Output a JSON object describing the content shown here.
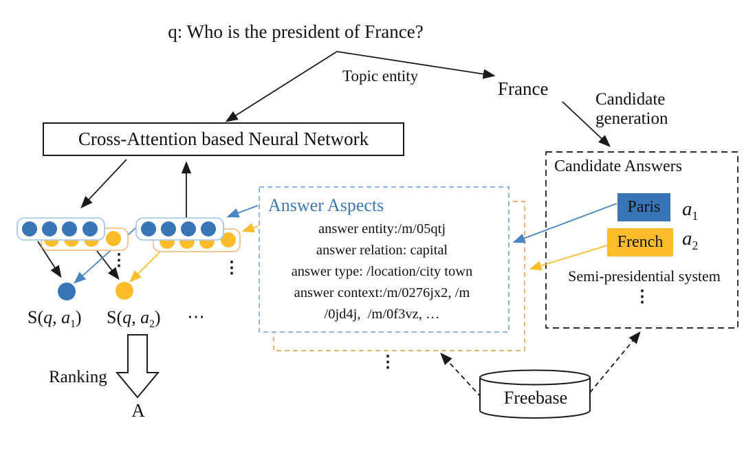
{
  "colors": {
    "black": "#1a1a1a",
    "blue": "#3875b7",
    "yellow": "#fdbd2b",
    "blue_rect_border": "#a6c9ec",
    "orange_rect_border": "#f5bd8a",
    "line_blue": "#4a86c4",
    "line_yellow": "#fcbd2e",
    "aspects_title_blue": "#3b76b5",
    "aspects_border_blue": "#7da7d9",
    "aspects_border_orange": "#eda75f"
  },
  "question": {
    "text": "q: Who is the president of France?"
  },
  "flow_labels": {
    "topic_entity": "Topic entity",
    "france": "France",
    "candidate_generation": "Candidate generation",
    "ranking": "Ranking",
    "final_answer": "A"
  },
  "nn_box": {
    "label": "Cross-Attention based Neural Network"
  },
  "answer_aspects": {
    "title": "Answer Aspects",
    "lines": [
      "answer entity:/m/05qtj",
      "answer relation: capital",
      "answer type: /location/city town",
      "answer context:/m/0276jx2, /m",
      "/0jd4j,  /m/0f3vz, …"
    ]
  },
  "candidate_box": {
    "title": "Candidate Answers",
    "candidates": [
      {
        "label": "Paris",
        "var": "a",
        "sub": "1"
      },
      {
        "label": "French",
        "var": "a",
        "sub": "2"
      }
    ],
    "extra": "Semi-presidential system"
  },
  "scores": {
    "s1": {
      "open": "S(",
      "q": "q",
      "sep": ", ",
      "a": "a",
      "sub": "1",
      "close": ")"
    },
    "s2": {
      "open": "S(",
      "q": "q",
      "sep": ", ",
      "a": "a",
      "sub": "2",
      "close": ")"
    }
  },
  "freebase": {
    "label": "Freebase"
  },
  "vdots": "⋮",
  "hdots": "⋯"
}
